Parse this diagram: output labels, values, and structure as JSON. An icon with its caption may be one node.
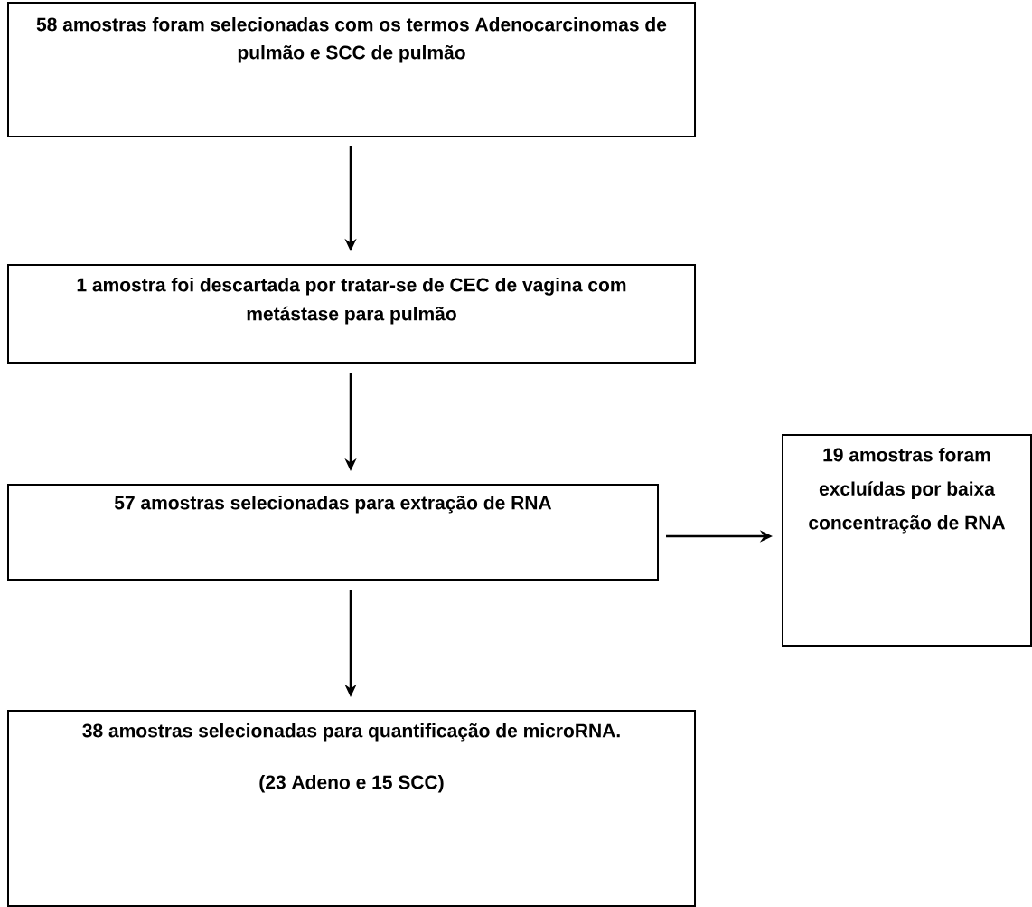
{
  "diagram": {
    "nodes": [
      {
        "text": [
          "58 amostras foram selecionadas com os termos Adenocarcinomas de pulmão e SCC de pulmão"
        ]
      },
      {
        "text": [
          "1 amostra foi descartada por tratar-se de CEC de vagina com metástase para pulmão"
        ]
      },
      {
        "text": [
          "57 amostras selecionadas para extração de RNA"
        ]
      },
      {
        "text": [
          "38 amostras selecionadas para quantificação de microRNA.",
          "(23 Adeno e 15 SCC)"
        ]
      },
      {
        "text": [
          "19 amostras foram excluídas por baixa concentração de RNA"
        ]
      }
    ],
    "edges": [
      {
        "from": 0,
        "to": 1,
        "arrow": "to"
      },
      {
        "from": 1,
        "to": 2,
        "arrow": "to"
      },
      {
        "from": 2,
        "to": 3,
        "arrow": "to"
      },
      {
        "from": 2,
        "to": 4,
        "arrow": "to"
      }
    ]
  }
}
